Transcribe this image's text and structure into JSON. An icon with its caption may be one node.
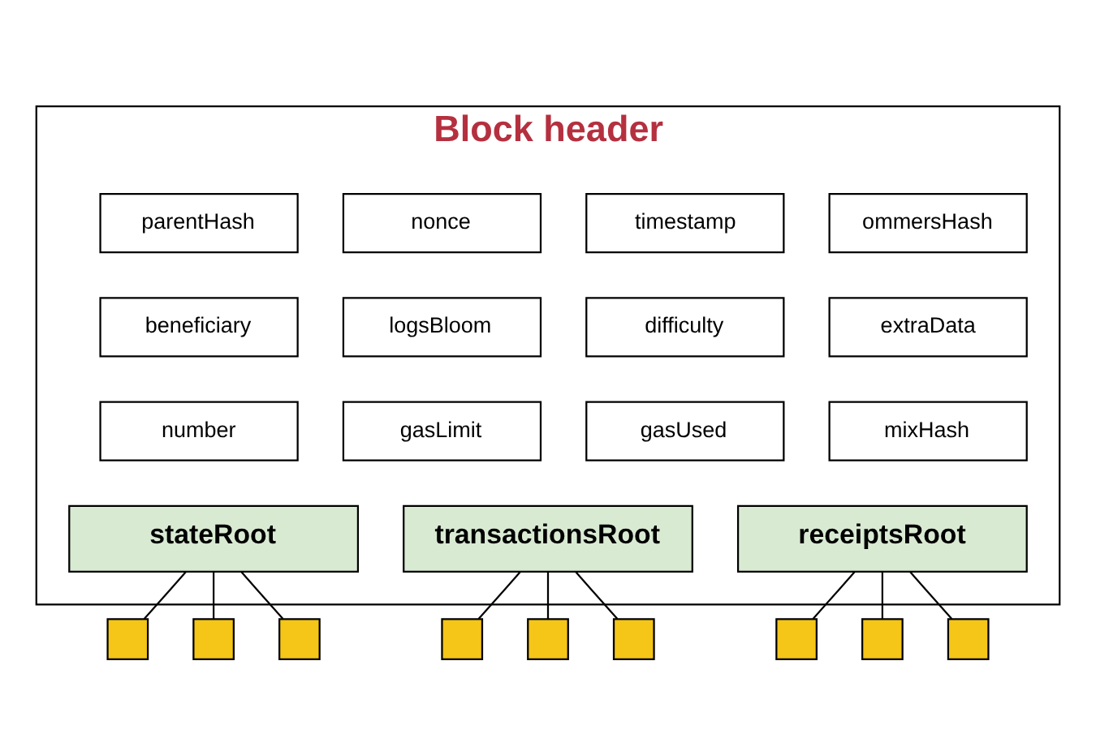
{
  "diagram": {
    "nodes": [
      {
        "text": [
          "Block header"
        ]
      },
      {
        "text": [
          "parentHash"
        ],
        "in": 0
      },
      {
        "text": [
          "nonce"
        ],
        "in": 0
      },
      {
        "text": [
          "timestamp"
        ],
        "in": 0
      },
      {
        "text": [
          "ommersHash"
        ],
        "in": 0
      },
      {
        "text": [
          "beneficiary"
        ],
        "in": 0
      },
      {
        "text": [
          "logsBloom"
        ],
        "in": 0
      },
      {
        "text": [
          "difficulty"
        ],
        "in": 0
      },
      {
        "text": [
          "extraData"
        ],
        "in": 0
      },
      {
        "text": [
          "number"
        ],
        "in": 0
      },
      {
        "text": [
          "gasLimit"
        ],
        "in": 0
      },
      {
        "text": [
          "gasUsed"
        ],
        "in": 0
      },
      {
        "text": [
          "mixHash"
        ],
        "in": 0
      },
      {
        "text": [
          "stateRoot"
        ],
        "in": 0
      },
      {
        "text": [
          "transactionsRoot"
        ],
        "in": 0
      },
      {
        "text": [
          "receiptsRoot"
        ],
        "in": 0
      },
      {
        "text": [],
        "shape": "box"
      },
      {
        "text": [],
        "shape": "box"
      },
      {
        "text": [],
        "shape": "box"
      },
      {
        "text": [],
        "shape": "box"
      },
      {
        "text": [],
        "shape": "box"
      },
      {
        "text": [],
        "shape": "box"
      },
      {
        "text": [],
        "shape": "box"
      },
      {
        "text": [],
        "shape": "box"
      },
      {
        "text": [],
        "shape": "box"
      }
    ],
    "edges": [
      {
        "from": 13,
        "to": 16,
        "arrow": "none"
      },
      {
        "from": 13,
        "to": 17,
        "arrow": "none"
      },
      {
        "from": 13,
        "to": 18,
        "arrow": "none"
      },
      {
        "from": 14,
        "to": 19,
        "arrow": "none"
      },
      {
        "from": 14,
        "to": 20,
        "arrow": "none"
      },
      {
        "from": 14,
        "to": 21,
        "arrow": "none"
      },
      {
        "from": 15,
        "to": 22,
        "arrow": "none"
      },
      {
        "from": 15,
        "to": 23,
        "arrow": "none"
      },
      {
        "from": 15,
        "to": 24,
        "arrow": "none"
      }
    ]
  }
}
